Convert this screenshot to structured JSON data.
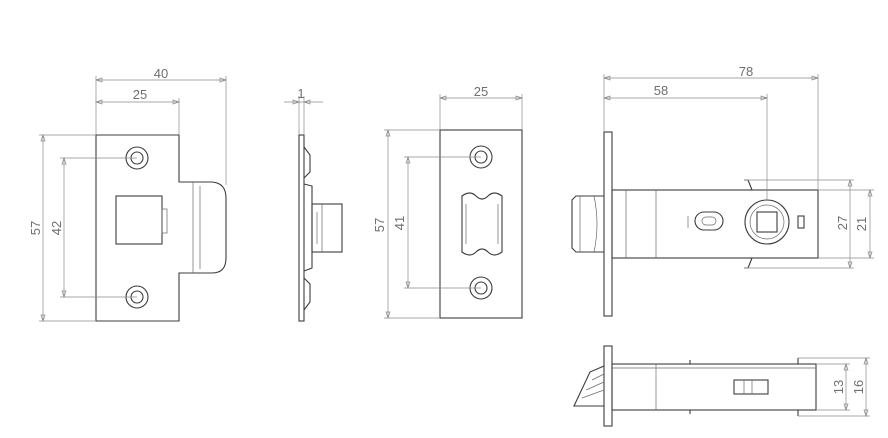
{
  "views": {
    "strike_plate": {
      "dims": {
        "overall_width": "40",
        "plate_width": "25",
        "height": "57",
        "hole_spacing": "42"
      }
    },
    "strike_side": {
      "dims": {
        "thickness": "1"
      }
    },
    "latch_face": {
      "dims": {
        "width": "25",
        "height": "57",
        "hole_spacing": "41"
      }
    },
    "latch_body": {
      "dims": {
        "overall_length": "78",
        "backset": "58",
        "body_height": "27",
        "inner_height": "21"
      }
    },
    "latch_top": {
      "dims": {
        "inner": "13",
        "outer": "16"
      }
    }
  },
  "colors": {
    "line": "#3c3c3c",
    "dimension": "#8a8a8a",
    "text": "#6f6f6f"
  }
}
